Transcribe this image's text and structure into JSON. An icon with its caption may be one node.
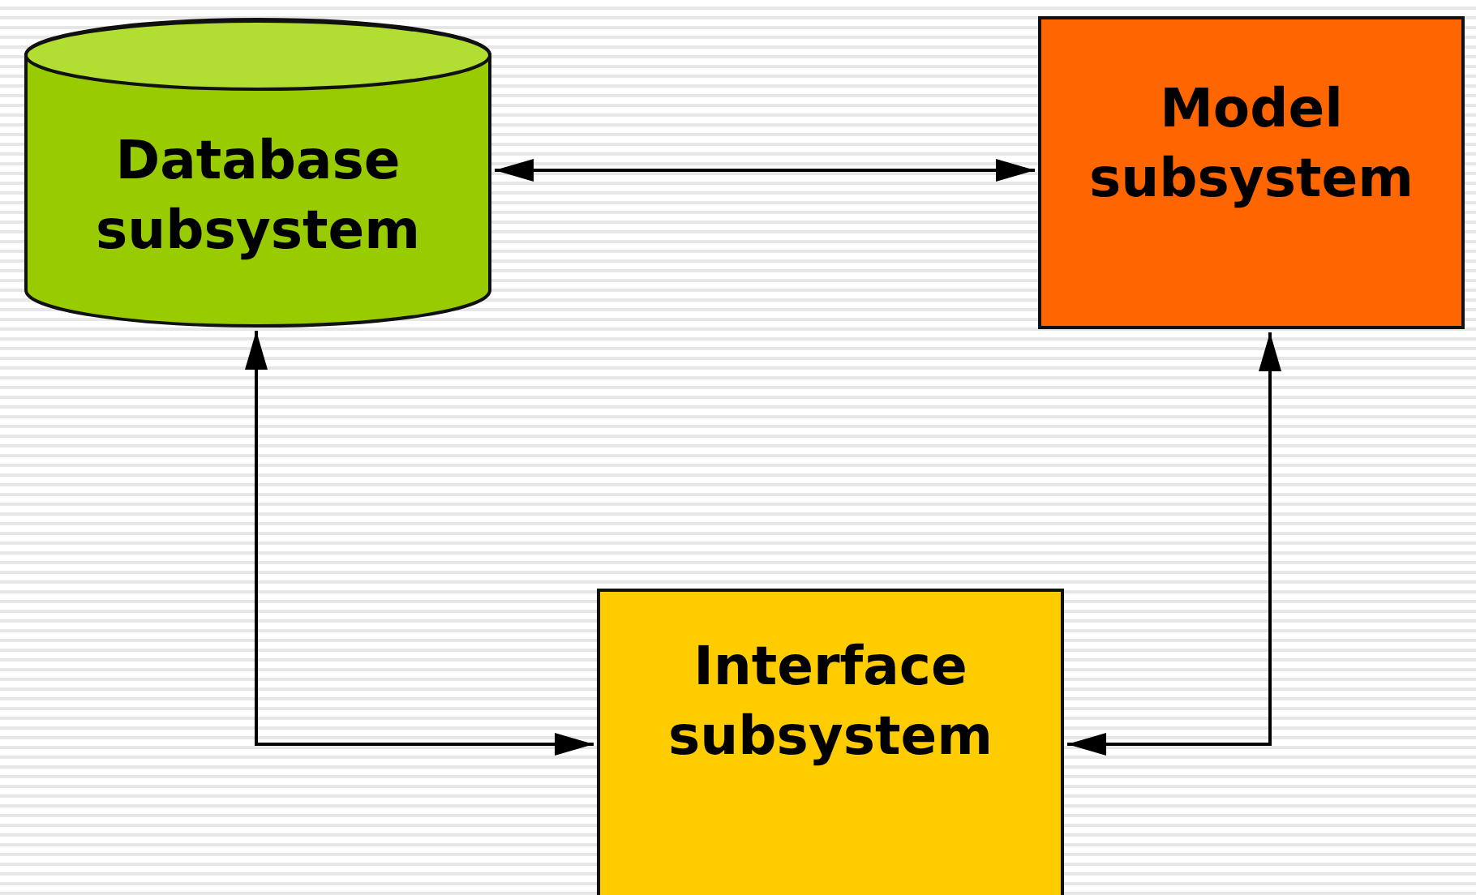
{
  "diagram": {
    "nodes": [
      {
        "text": [
          "Database subsystem"
        ]
      },
      {
        "text": [
          "Model subsystem"
        ]
      },
      {
        "text": [
          "Interface subsystem"
        ]
      }
    ],
    "edges": [
      {
        "from": 0,
        "to": 1,
        "arrow": "both"
      },
      {
        "from": 0,
        "to": 2,
        "arrow": "both"
      },
      {
        "from": 1,
        "to": 2,
        "arrow": "both"
      }
    ]
  }
}
